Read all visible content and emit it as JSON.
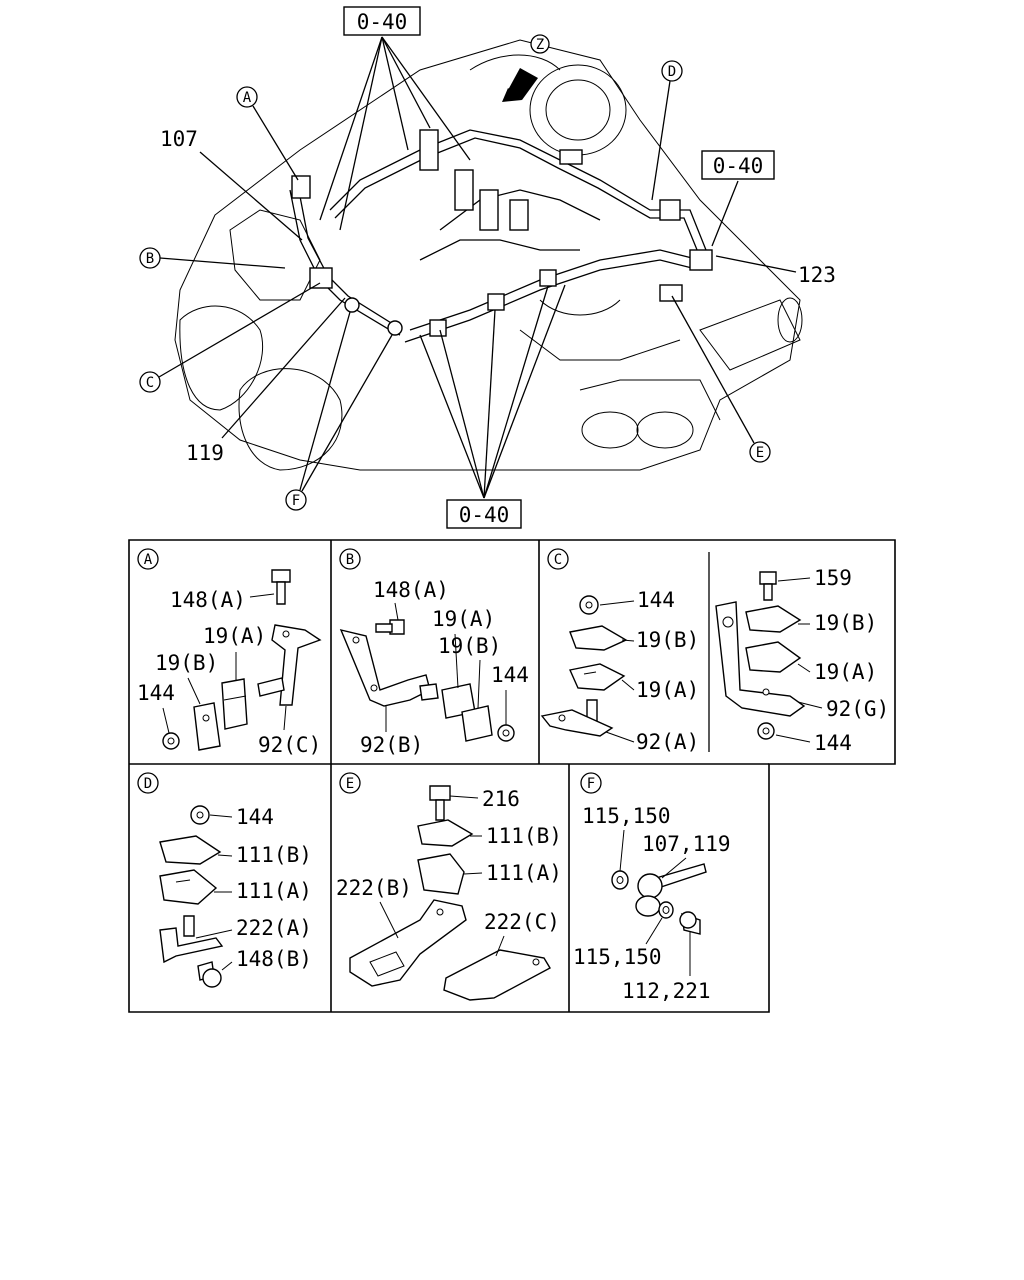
{
  "main_view": {
    "ref_boxes": [
      "0-40",
      "0-40",
      "0-40"
    ],
    "view_arrow": "Z",
    "callouts": {
      "A": "A",
      "B": "B",
      "C": "C",
      "D": "D",
      "E": "E",
      "F": "F"
    },
    "part_numbers": {
      "p107": "107",
      "p119": "119",
      "p123": "123"
    }
  },
  "details": {
    "A": {
      "title": "A",
      "labels": [
        "148(A)",
        "19(A)",
        "19(B)",
        "144",
        "92(C)"
      ]
    },
    "B": {
      "title": "B",
      "labels": [
        "148(A)",
        "19(A)",
        "19(B)",
        "144",
        "92(B)"
      ]
    },
    "C": {
      "title": "C",
      "labels": [
        "144",
        "19(B)",
        "19(A)",
        "92(A)",
        "159",
        "19(B)",
        "19(A)",
        "92(G)",
        "144"
      ]
    },
    "D": {
      "title": "D",
      "labels": [
        "144",
        "111(B)",
        "111(A)",
        "222(A)",
        "148(B)"
      ]
    },
    "E": {
      "title": "E",
      "labels": [
        "216",
        "111(B)",
        "111(A)",
        "222(B)",
        "222(C)"
      ]
    },
    "F": {
      "title": "F",
      "labels": [
        "115,150",
        "107,119",
        "115,150",
        "112,221"
      ]
    }
  }
}
